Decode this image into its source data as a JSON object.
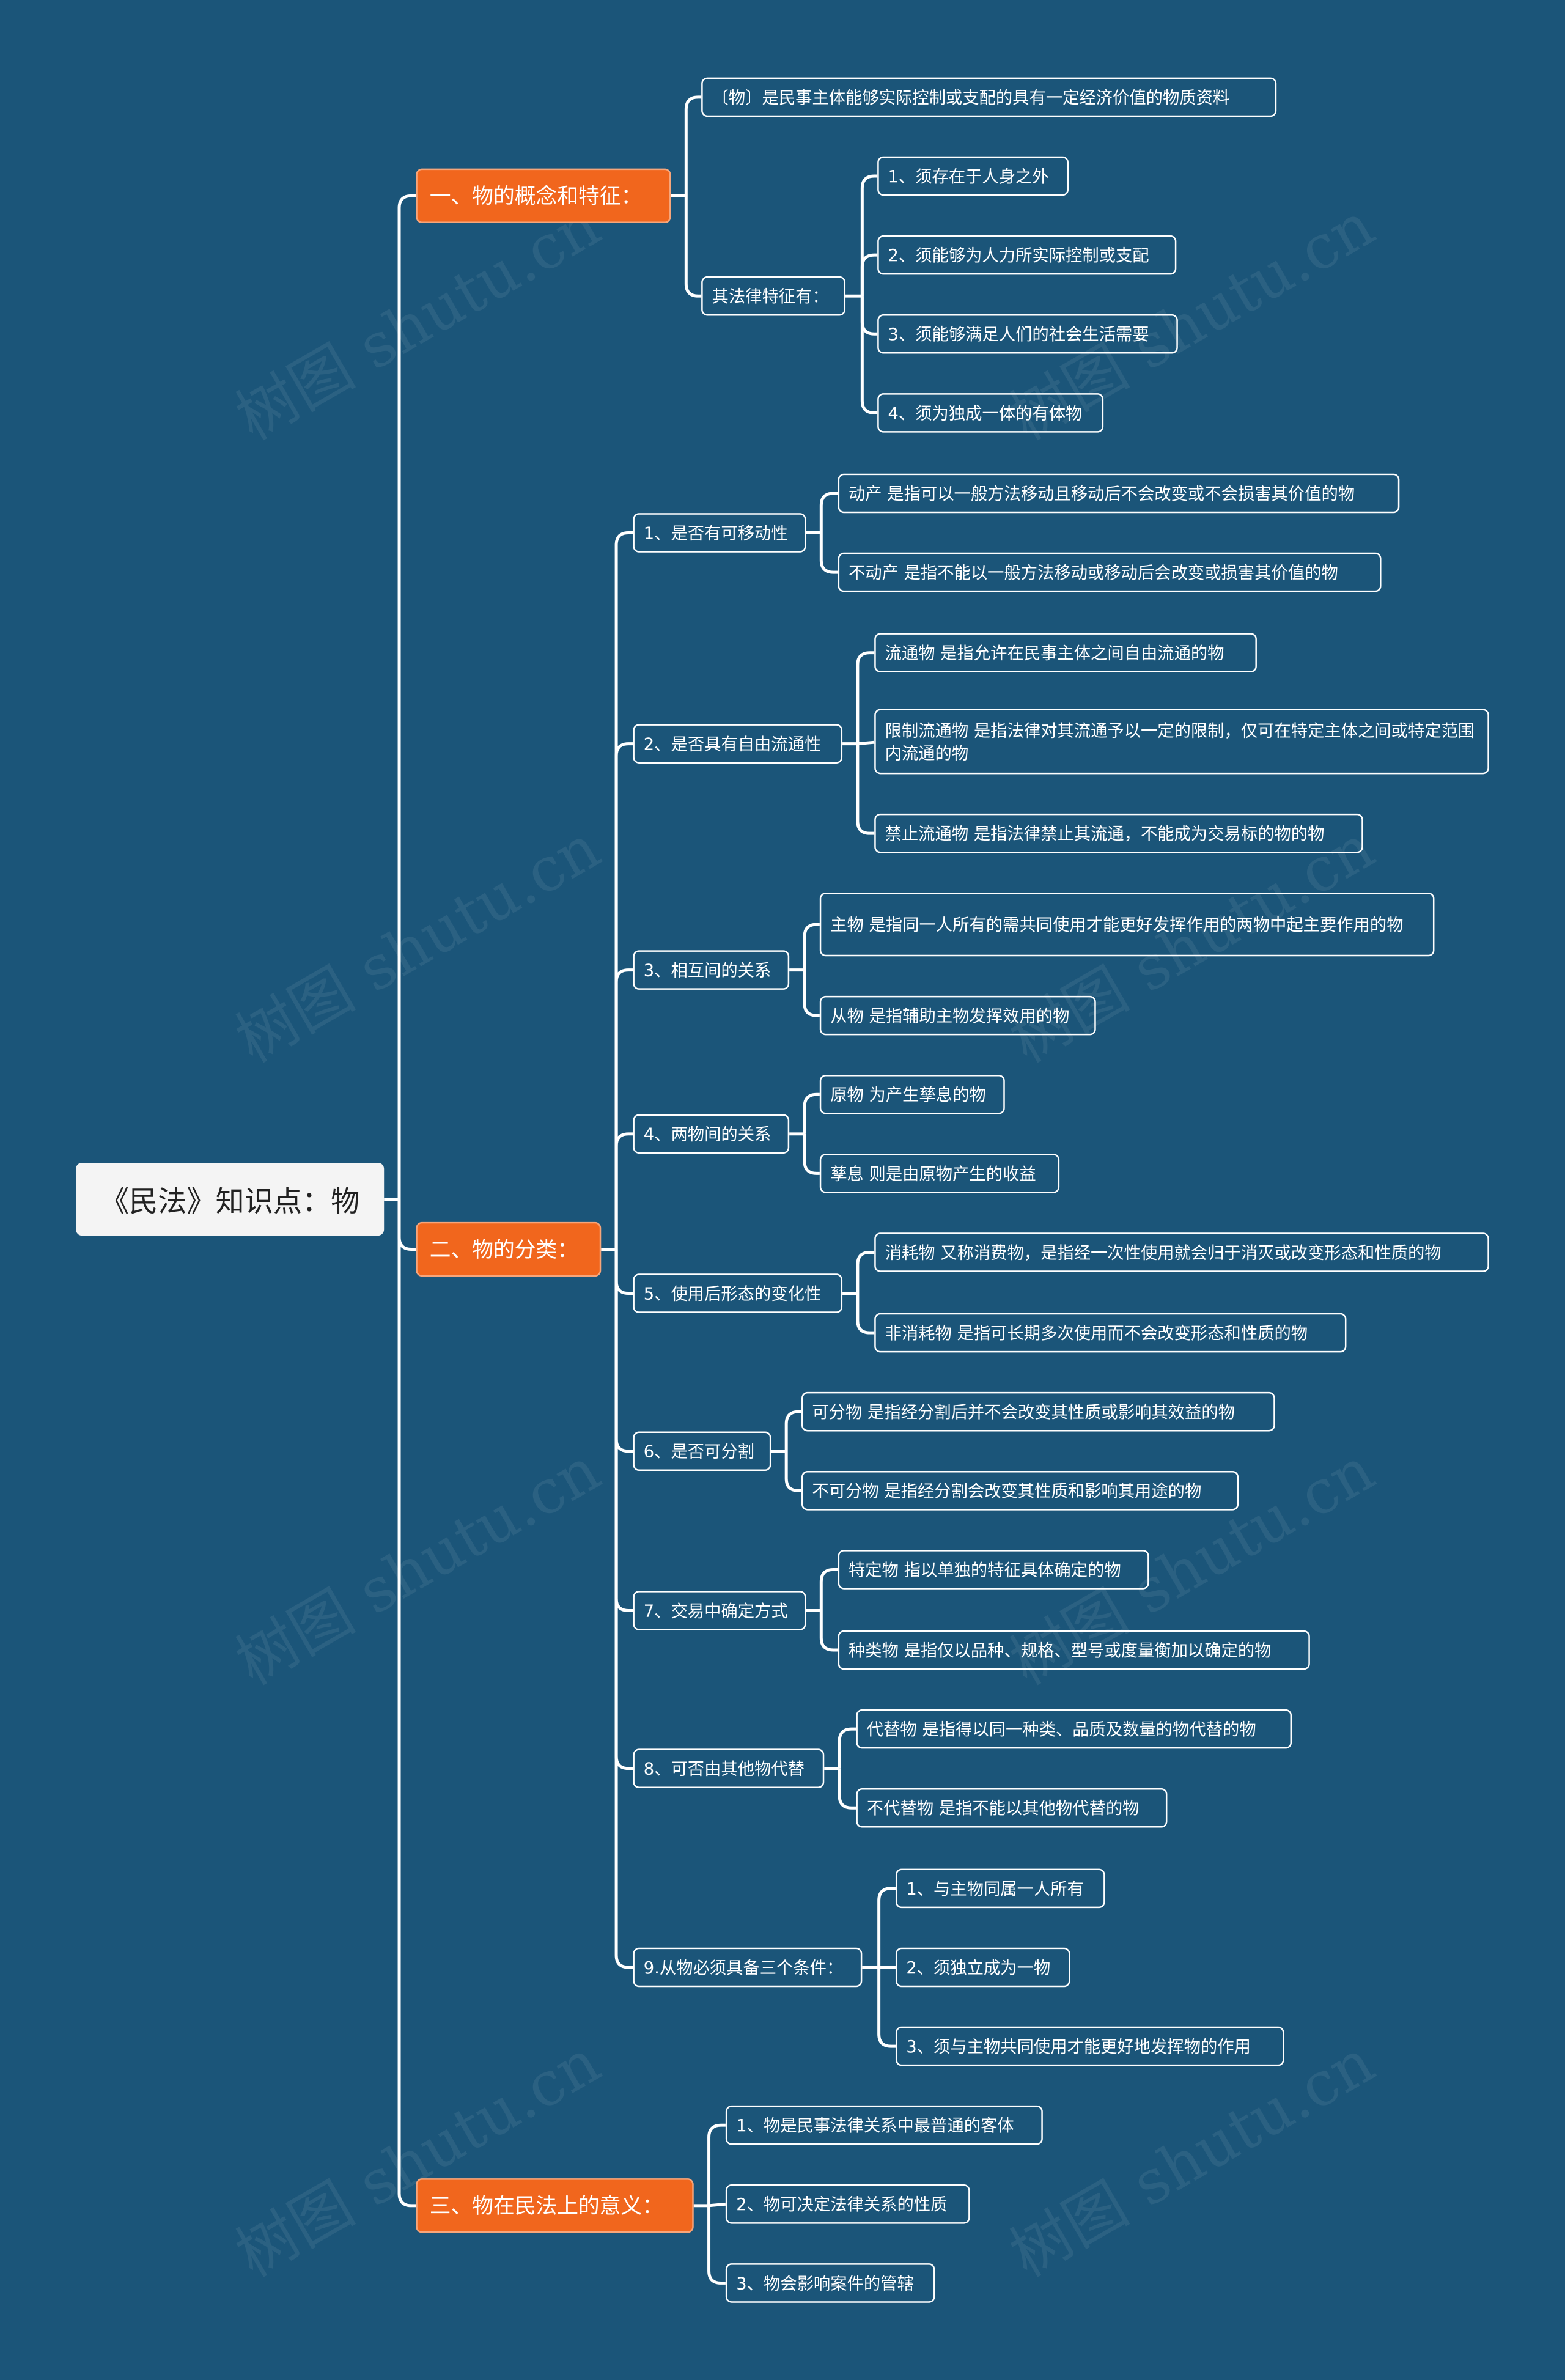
{
  "root": "《民法》知识点：物",
  "sections": [
    {
      "title": "一、物的概念和特征：",
      "children": [
        {
          "text": "〔物〕是民事主体能够实际控制或支配的具有一定经济价值的物质资料",
          "children": []
        },
        {
          "text": "其法律特征有：",
          "children": [
            {
              "text": "1、须存在于人身之外"
            },
            {
              "text": "2、须能够为人力所实际控制或支配"
            },
            {
              "text": "3、须能够满足人们的社会生活需要"
            },
            {
              "text": "4、须为独成一体的有体物"
            }
          ]
        }
      ]
    },
    {
      "title": "二、物的分类：",
      "children": [
        {
          "text": "1、是否有可移动性",
          "children": [
            {
              "text": "动产 是指可以一般方法移动且移动后不会改变或不会损害其价值的物"
            },
            {
              "text": "不动产 是指不能以一般方法移动或移动后会改变或损害其价值的物"
            }
          ]
        },
        {
          "text": "2、是否具有自由流通性",
          "children": [
            {
              "text": "流通物 是指允许在民事主体之间自由流通的物"
            },
            {
              "text": "限制流通物 是指法律对其流通予以一定的限制，仅可在特定主体之间或特定范围内流通的物"
            },
            {
              "text": "禁止流通物 是指法律禁止其流通，不能成为交易标的物的物"
            }
          ]
        },
        {
          "text": "3、相互间的关系",
          "children": [
            {
              "text": "主物 是指同一人所有的需共同使用才能更好发挥作用的两物中起主要作用的物"
            },
            {
              "text": "从物 是指辅助主物发挥效用的物"
            }
          ]
        },
        {
          "text": "4、两物间的关系",
          "children": [
            {
              "text": "原物 为产生孳息的物"
            },
            {
              "text": "孳息 则是由原物产生的收益"
            }
          ]
        },
        {
          "text": "5、使用后形态的变化性",
          "children": [
            {
              "text": "消耗物 又称消费物，是指经一次性使用就会归于消灭或改变形态和性质的物"
            },
            {
              "text": "非消耗物 是指可长期多次使用而不会改变形态和性质的物"
            }
          ]
        },
        {
          "text": "6、是否可分割",
          "children": [
            {
              "text": "可分物 是指经分割后并不会改变其性质或影响其效益的物"
            },
            {
              "text": "不可分物 是指经分割会改变其性质和影响其用途的物"
            }
          ]
        },
        {
          "text": "7、交易中确定方式",
          "children": [
            {
              "text": "特定物 指以单独的特征具体确定的物"
            },
            {
              "text": "种类物 是指仅以品种、规格、型号或度量衡加以确定的物"
            }
          ]
        },
        {
          "text": "8、可否由其他物代替",
          "children": [
            {
              "text": "代替物 是指得以同一种类、品质及数量的物代替的物"
            },
            {
              "text": "不代替物 是指不能以其他物代替的物"
            }
          ]
        },
        {
          "text": "9.从物必须具备三个条件：",
          "children": [
            {
              "text": "1、与主物同属一人所有"
            },
            {
              "text": "2、须独立成为一物"
            },
            {
              "text": "3、须与主物共同使用才能更好地发挥物的作用"
            }
          ]
        }
      ]
    },
    {
      "title": "三、物在民法上的意义：",
      "children": [
        {
          "text": "1、物是民事法律关系中最普通的客体",
          "children": []
        },
        {
          "text": "2、物可决定法律关系的性质",
          "children": []
        },
        {
          "text": "3、物会影响案件的管辖",
          "children": []
        }
      ]
    }
  ],
  "watermark": "树图 shutu.cn",
  "colors": {
    "background": "#1b5579",
    "accent": "#f1661d",
    "root": "#f4f4f4",
    "line": "#ffffff"
  }
}
